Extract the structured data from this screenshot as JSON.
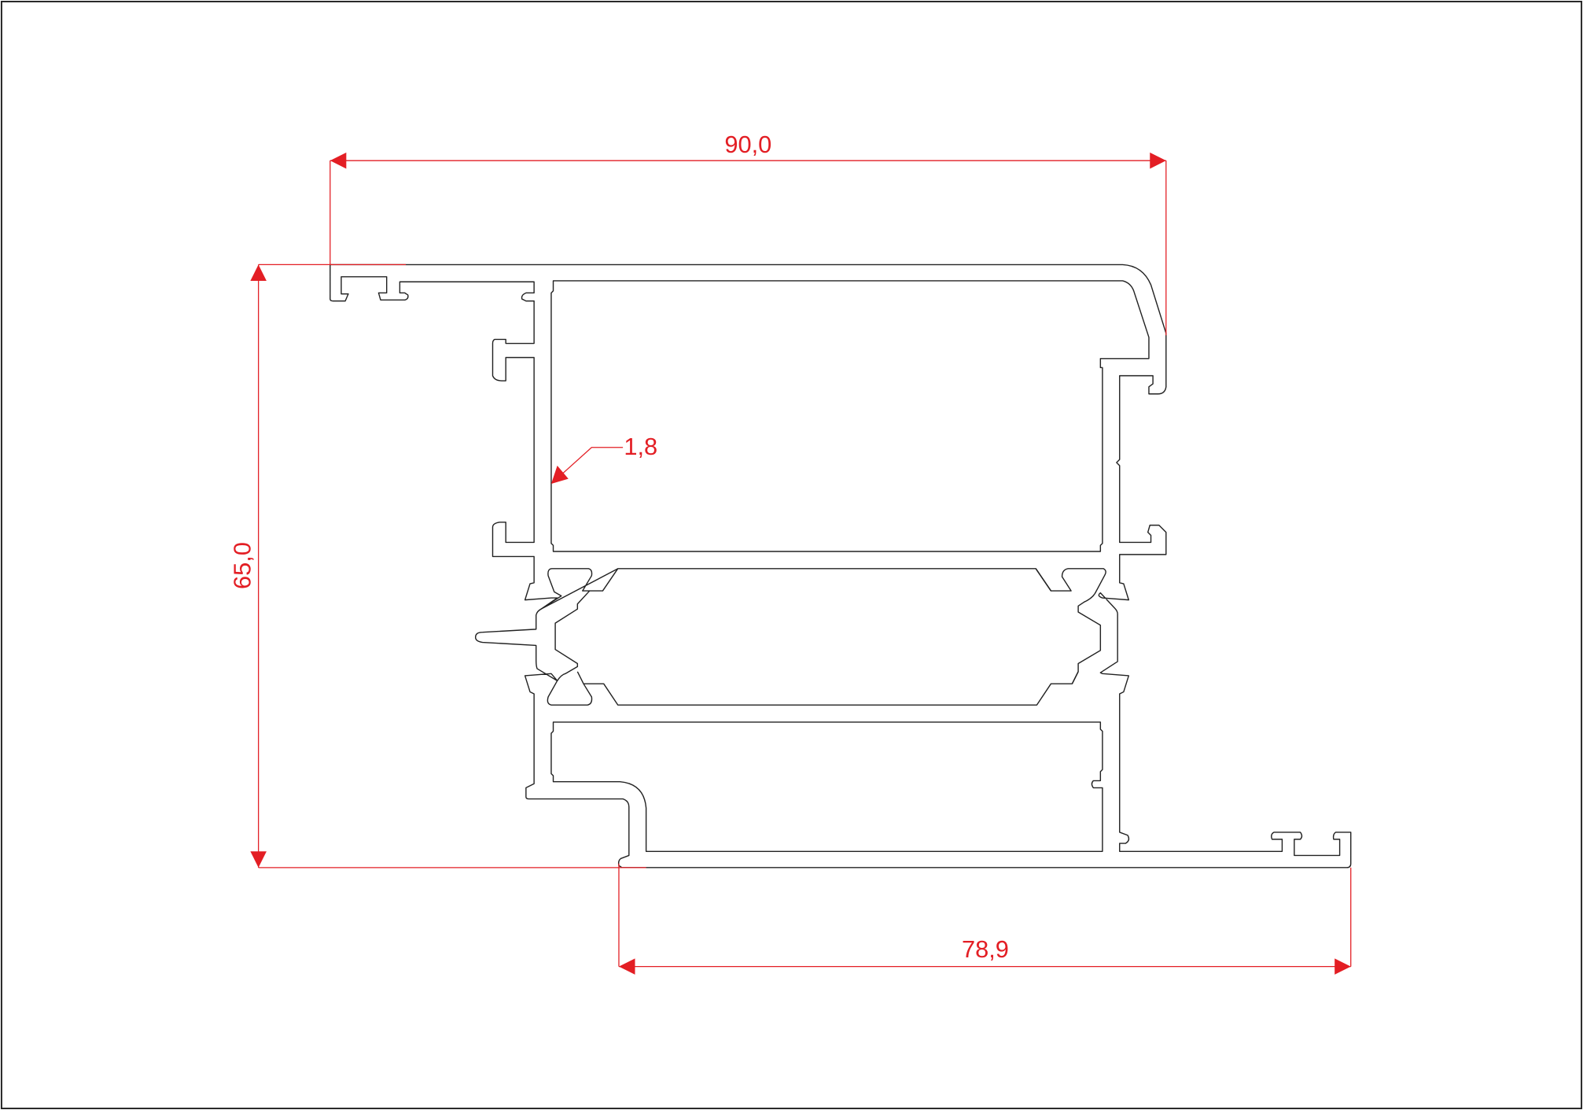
{
  "drawing": {
    "dimension_color": "#e31e24",
    "dimensions": {
      "overall_width_top": "90,0",
      "overall_height": "65,0",
      "bottom_width": "78,9",
      "wall_thickness": "1,8"
    }
  }
}
